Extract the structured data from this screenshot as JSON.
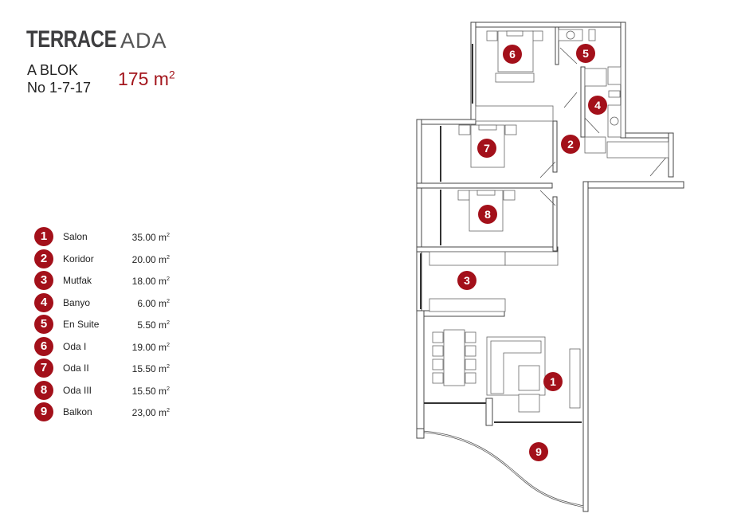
{
  "brand": {
    "bold": "TERRACE",
    "light": "ADA"
  },
  "block": {
    "name": "A BLOK",
    "numbers": "No 1-7-17"
  },
  "total_area": {
    "value": "175 m",
    "unit_sup": "2"
  },
  "accent_color": "#a3101a",
  "rooms": [
    {
      "num": "1",
      "name": "Salon",
      "area": "35.00 m",
      "sup": "2"
    },
    {
      "num": "2",
      "name": "Koridor",
      "area": "20.00 m",
      "sup": "2"
    },
    {
      "num": "3",
      "name": "Mutfak",
      "area": "18.00 m",
      "sup": "2"
    },
    {
      "num": "4",
      "name": "Banyo",
      "area": "6.00 m",
      "sup": "2"
    },
    {
      "num": "5",
      "name": "En Suite",
      "area": "5.50 m",
      "sup": "2"
    },
    {
      "num": "6",
      "name": "Oda I",
      "area": "19.00 m",
      "sup": "2"
    },
    {
      "num": "7",
      "name": "Oda II",
      "area": "15.50 m",
      "sup": "2"
    },
    {
      "num": "8",
      "name": "Oda III",
      "area": "15.50 m",
      "sup": "2"
    },
    {
      "num": "9",
      "name": "Balkon",
      "area": "23,00 m",
      "sup": "2"
    }
  ]
}
